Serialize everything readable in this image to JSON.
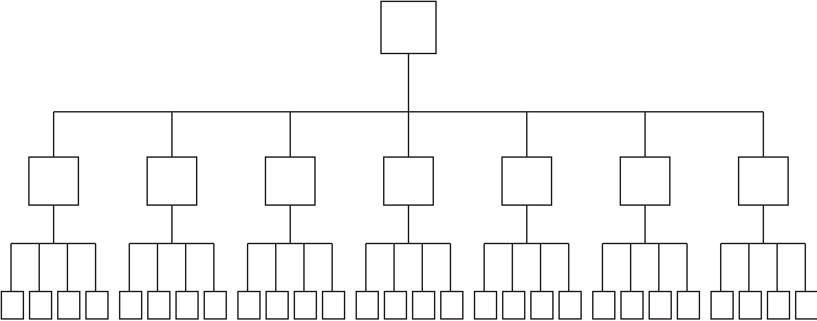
{
  "diagram": {
    "type": "tree",
    "stroke_color": "#231f20",
    "background_color": "#ffffff",
    "labels_visible": false,
    "root": {
      "children": [
        {
          "children_count": 4
        },
        {
          "children_count": 4
        },
        {
          "children_count": 4
        },
        {
          "children_count": 4
        },
        {
          "children_count": 4
        },
        {
          "children_count": 4
        },
        {
          "children_count": 4
        }
      ]
    }
  }
}
